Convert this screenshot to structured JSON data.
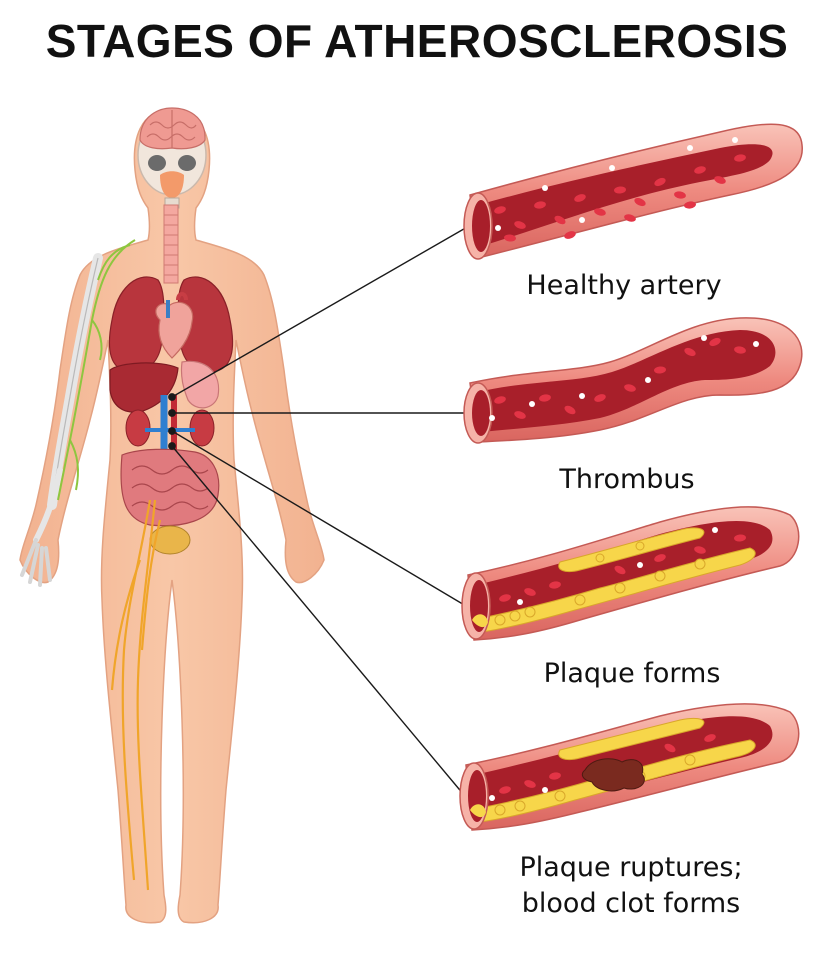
{
  "title": "STAGES OF ATHEROSCLEROSIS",
  "stages": [
    {
      "id": "healthy",
      "label": "Healthy artery"
    },
    {
      "id": "thrombus",
      "label": "Thrombus"
    },
    {
      "id": "plaque",
      "label": "Plaque forms"
    },
    {
      "id": "rupture",
      "label_line1": "Plaque ruptures;",
      "label_line2": "blood clot forms"
    }
  ],
  "colors": {
    "skin": "#f6bf9e",
    "skin_shadow": "#e9a888",
    "artery_wall": "#ee8a80",
    "artery_outer": "#f6b3a8",
    "lumen": "#a81f2a",
    "blood_cell": "#e33446",
    "plaque": "#f7d64a",
    "clot": "#7a2a1f",
    "leader_line": "#1a1a1a"
  }
}
